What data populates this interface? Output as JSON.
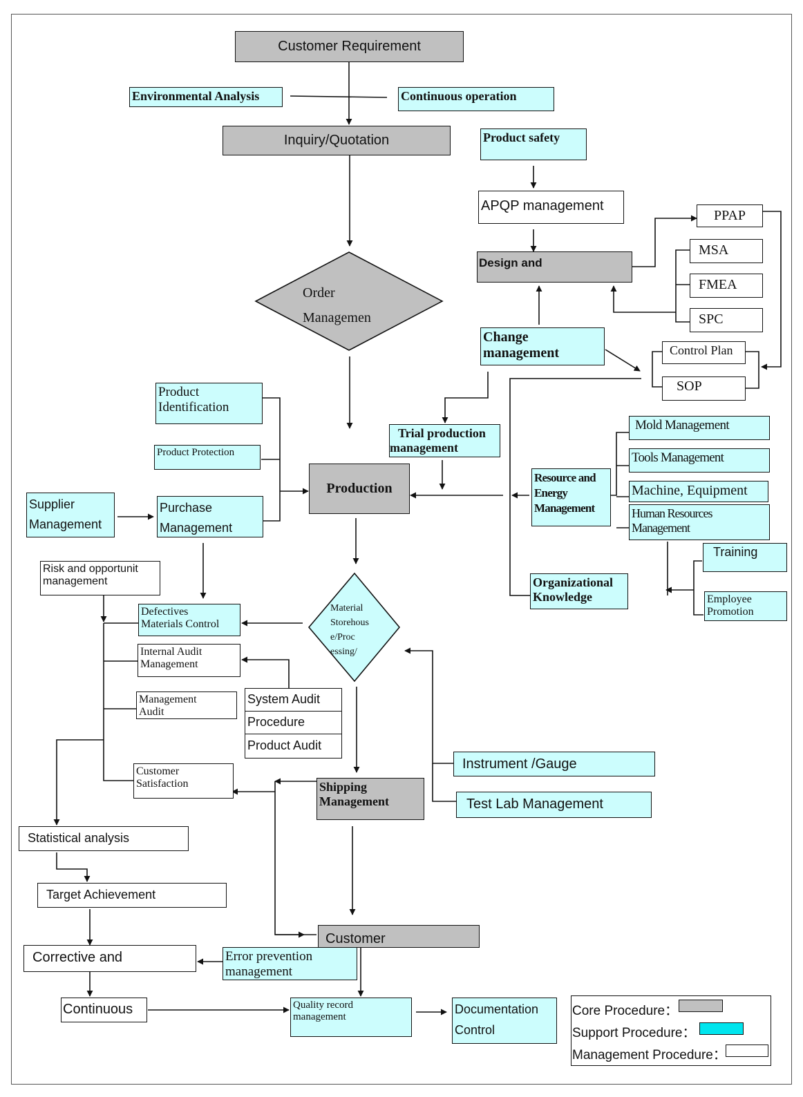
{
  "nodes": {
    "customer_requirement": "Customer Requirement",
    "environmental_analysis": "Environmental Analysis",
    "continuous_operation": "Continuous operation",
    "inquiry_quotation": "Inquiry/Quotation",
    "product_safety": "Product safety",
    "apqp_management": "APQP management",
    "design_and": "Design and",
    "ppap": "PPAP",
    "msa": "MSA",
    "fmea": "FMEA",
    "spc": "SPC",
    "order_management": [
      "Order",
      "Managemen"
    ],
    "change_management": [
      "Change",
      "management"
    ],
    "control_plan": "Control Plan",
    "sop": "SOP",
    "product_identification": [
      "Product",
      "Identification"
    ],
    "trial_production": [
      "Trial production",
      "management"
    ],
    "product_protection": "Product Protection",
    "production": "Production",
    "mold_management": "Mold   Management",
    "tools_management": "Tools Management",
    "resource_energy": [
      "Resource and",
      "Energy",
      "Management"
    ],
    "machine_equipment": "Machine, Equipment",
    "human_resources": [
      "Human Resources",
      "Management"
    ],
    "supplier_management": [
      "Supplier",
      "Management"
    ],
    "purchase_management": [
      "Purchase",
      "Management"
    ],
    "training": "Training",
    "risk_opportunity": [
      "Risk and opportunit",
      "management"
    ],
    "organizational_knowledge": [
      "Organizational",
      "Knowledge"
    ],
    "employee_promotion": [
      "Employee",
      "Promotion"
    ],
    "defectives_control": [
      "Defectives",
      "Materials Control"
    ],
    "material_storehouse": [
      "Material",
      "Storehous",
      "e/Proc",
      "essing/"
    ],
    "internal_audit": [
      "Internal Audit",
      "Management"
    ],
    "management_audit": [
      "Management",
      "Audit"
    ],
    "system_audit": "System Audit",
    "procedure": "Procedure",
    "product_audit": "Product Audit",
    "instrument_gauge": "Instrument /Gauge",
    "customer_satisfaction": [
      "Customer",
      "Satisfaction"
    ],
    "shipping_management": [
      "Shipping",
      "Management"
    ],
    "test_lab": "Test Lab Management",
    "statistical_analysis": "Statistical analysis",
    "target_achievement": "Target Achievement",
    "customer": "Customer",
    "corrective_and": "Corrective and",
    "error_prevention": [
      "Error prevention",
      "management"
    ],
    "continuous": "Continuous",
    "quality_record": [
      "Quality record",
      "management"
    ],
    "documentation_control": [
      "Documentation",
      "Control"
    ]
  },
  "legend": {
    "core": "Core Procedure：",
    "support": "Support Procedure：",
    "management": "Management Procedure："
  },
  "colors": {
    "core": "#c0c0c0",
    "support": "#00e5ee",
    "management": "#ffffff"
  }
}
